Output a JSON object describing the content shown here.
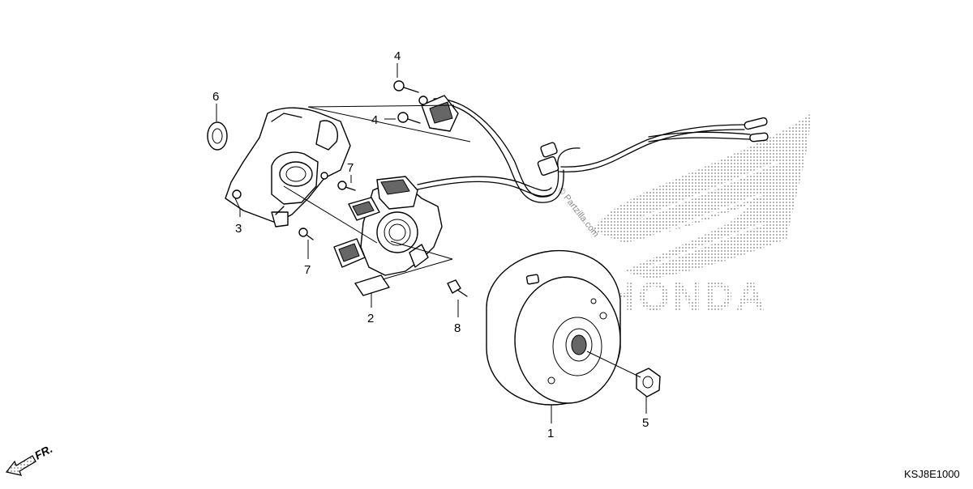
{
  "callouts": [
    {
      "id": "1",
      "label": "1"
    },
    {
      "id": "2",
      "label": "2"
    },
    {
      "id": "3",
      "label": "3"
    },
    {
      "id": "4a",
      "label": "4"
    },
    {
      "id": "4b",
      "label": "4"
    },
    {
      "id": "5",
      "label": "5"
    },
    {
      "id": "6",
      "label": "6"
    },
    {
      "id": "7a",
      "label": "7"
    },
    {
      "id": "7b",
      "label": "7"
    },
    {
      "id": "8",
      "label": "8"
    }
  ],
  "diagram_code": "KSJ8E1000",
  "front_indicator": "FR.",
  "watermark": {
    "site": "© Partzilla.com",
    "brand": "HONDA"
  },
  "colors": {
    "line": "#000000",
    "background": "#ffffff",
    "watermark": "#8a8a8a"
  }
}
